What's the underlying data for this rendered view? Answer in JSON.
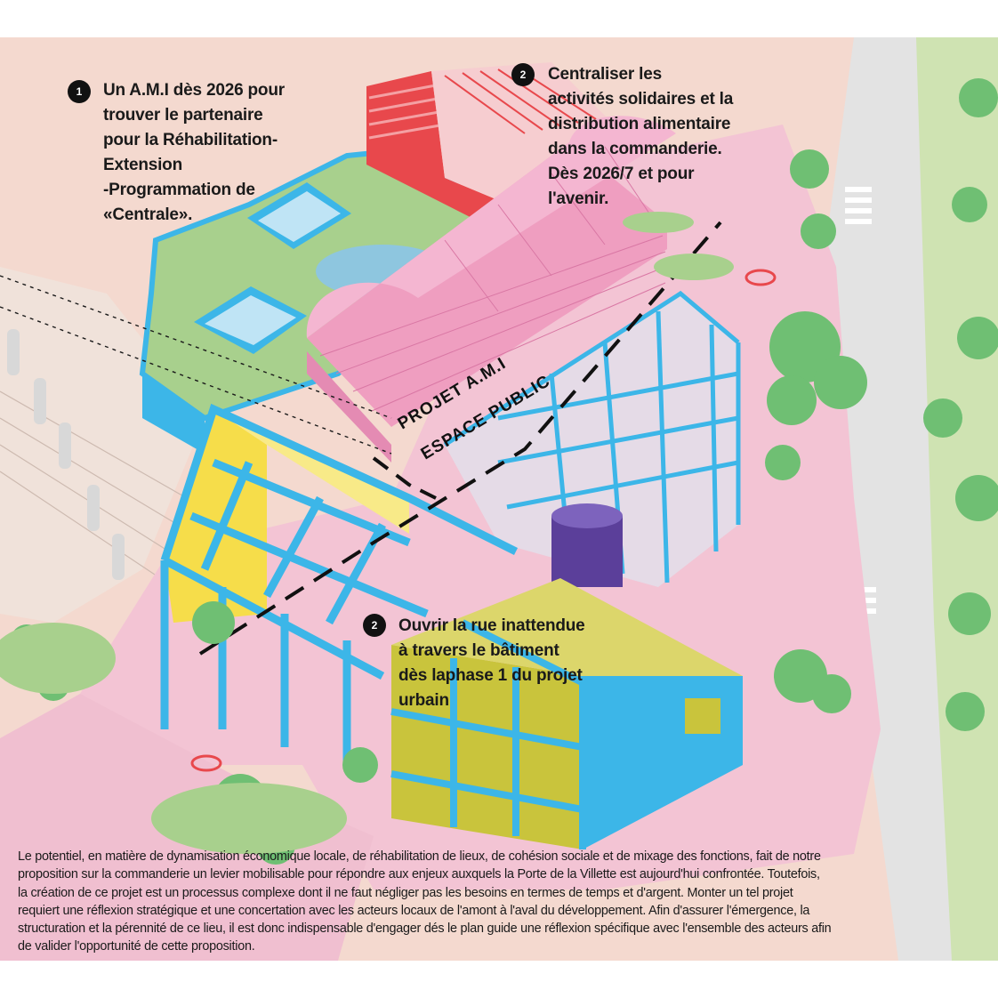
{
  "annotations": [
    {
      "badge": "1",
      "lines": [
        "Un A.M.I dès 2026 pour",
        "trouver le partenaire",
        "pour la Réhabilitation-",
        "Extension",
        "-Programmation de",
        "«Centrale»."
      ]
    },
    {
      "badge": "2",
      "lines": [
        "Centraliser les",
        "activités solidaires et la",
        "distribution alimentaire",
        "dans la commanderie.",
        "Dès 2026/7 et pour",
        "l'avenir."
      ]
    },
    {
      "badge": "2",
      "lines": [
        "Ouvrir la rue inattendue",
        "à travers le bâtiment",
        "dès laphase 1 du projet",
        "urbain"
      ]
    }
  ],
  "labels": {
    "projet": "PROJET A.M.I",
    "espace": "ESPACE PUBLIC"
  },
  "caption": {
    "lines": [
      "Le potentiel, en matière de dynamisation économique locale, de réhabilitation de lieux, de cohésion sociale et de mixage des fonctions, fait de notre",
      "proposition sur la commanderie un levier mobilisable  pour répondre aux enjeux auxquels la Porte de la Villette est aujourd'hui confrontée. Toutefois,",
      "la création de ce projet est un processus complexe dont il ne faut négliger pas les besoins en termes de temps et d'argent. Monter un tel projet",
      "requiert une réflexion stratégique et une concertation avec les acteurs locaux de l'amont à l'aval du développement. Afin d'assurer l'émergence, la",
      "structuration et la pérennité de ce lieu, il est donc indispensable d'engager dés le plan guide une réflexion spécifique avec l'ensemble des acteurs afin",
      "de valider l'opportunité de cette proposition."
    ]
  },
  "colors": {
    "ground": "#f4d9cf",
    "plaza": "#f3c4d4",
    "road": "#e6e6e6",
    "green": "#a8d08d",
    "tree": "#6fbf73",
    "structure": "#3cb6e8",
    "yellow": "#f6dd4a",
    "olive": "#c9c43c",
    "pink_roof": "#ef9ec0",
    "red_roof": "#e8484c",
    "tank": "#5b3f9a"
  }
}
